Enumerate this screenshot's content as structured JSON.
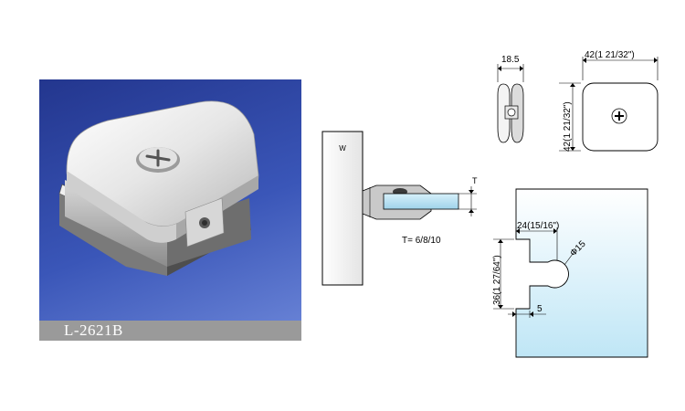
{
  "product": {
    "model": "L-2621B",
    "photo_alt": "Chrome square glass clamp photo"
  },
  "dimensions": {
    "front_width": "18.5",
    "top_width": "42(1 21/32\")",
    "side_height": "42(1 21/32\")",
    "cutout_width": "24(15/16\")",
    "cutout_diameter": "Φ15",
    "cutout_height": "36(1 27/64\")",
    "edge_offset": "5",
    "glass_thickness_label": "T",
    "glass_thickness_values": "T= 6/8/10"
  },
  "wall_mark": "W",
  "colors": {
    "photo_bg": "#3047a6",
    "label_bar": "#9a9a9a",
    "glass_top": "#ffffff",
    "glass_bottom": "#bfe6f6",
    "line": "#000000"
  }
}
